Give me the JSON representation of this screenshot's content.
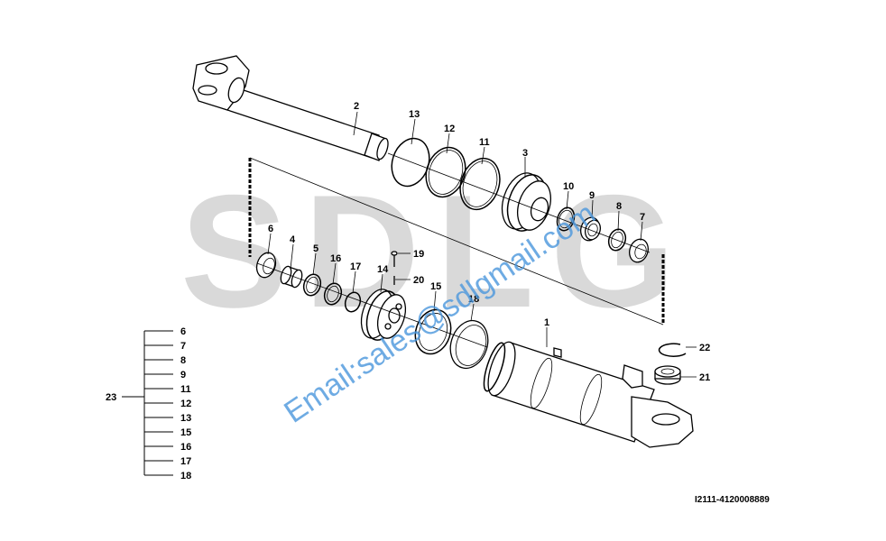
{
  "watermark": {
    "text": "SDLG",
    "color": "#d9d9d9"
  },
  "email_watermark": {
    "text": "Email:sales@sdlgmail.com",
    "color": "#4a96dc"
  },
  "drawing_code": "I2111-4120008889",
  "parts": [
    {
      "id": "1",
      "label": "1"
    },
    {
      "id": "2",
      "label": "2"
    },
    {
      "id": "3",
      "label": "3"
    },
    {
      "id": "4",
      "label": "4"
    },
    {
      "id": "5",
      "label": "5"
    },
    {
      "id": "6",
      "label": "6"
    },
    {
      "id": "7",
      "label": "7"
    },
    {
      "id": "8",
      "label": "8"
    },
    {
      "id": "9",
      "label": "9"
    },
    {
      "id": "10",
      "label": "10"
    },
    {
      "id": "11",
      "label": "11"
    },
    {
      "id": "12",
      "label": "12"
    },
    {
      "id": "13",
      "label": "13"
    },
    {
      "id": "14",
      "label": "14"
    },
    {
      "id": "15",
      "label": "15"
    },
    {
      "id": "16",
      "label": "16"
    },
    {
      "id": "17",
      "label": "17"
    },
    {
      "id": "18",
      "label": "18"
    },
    {
      "id": "19",
      "label": "19"
    },
    {
      "id": "20",
      "label": "20"
    },
    {
      "id": "21",
      "label": "21"
    },
    {
      "id": "22",
      "label": "22"
    }
  ],
  "kit": {
    "label": "23",
    "items": [
      "6",
      "7",
      "8",
      "9",
      "11",
      "12",
      "13",
      "15",
      "16",
      "17",
      "18"
    ]
  }
}
